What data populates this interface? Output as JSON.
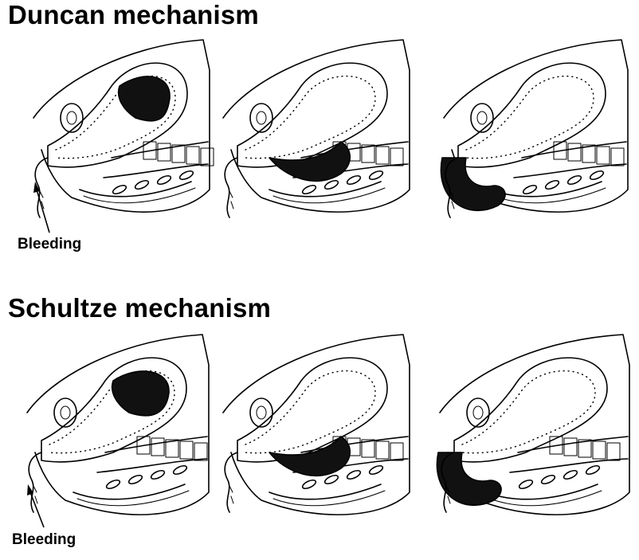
{
  "figure": {
    "sections": [
      {
        "title": "Duncan mechanism",
        "label": "Bleeding"
      },
      {
        "title": "Schultze mechanism",
        "label": "Bleeding"
      }
    ]
  }
}
